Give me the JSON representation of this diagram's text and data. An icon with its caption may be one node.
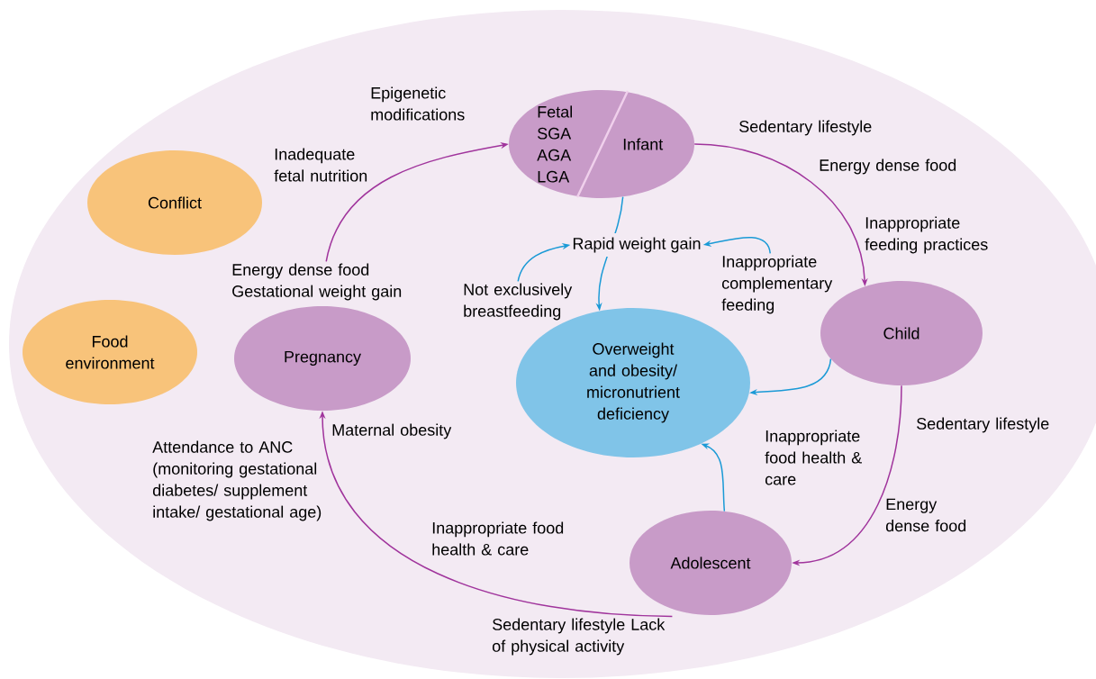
{
  "diagram": {
    "nodes": [
      {
        "text": [
          "Conflict"
        ]
      },
      {
        "text": [
          "Food environment"
        ]
      },
      {
        "text": [
          "Pregnancy"
        ]
      },
      {
        "text": [
          "Fetal SGA AGA LGA",
          "Infant"
        ]
      },
      {
        "text": [
          "Child"
        ]
      },
      {
        "text": [
          "Adolescent"
        ]
      },
      {
        "text": [
          "Overweight and obesity/ micronutrient deficiency"
        ]
      },
      {
        "text": [
          "Rapid weight gain"
        ]
      },
      {
        "text": [
          "Not exclusively breastfeeding"
        ]
      },
      {
        "text": [
          "Inappropriate complementary feeding"
        ]
      },
      {
        "text": [
          "Energy dense food Gestational weight gain"
        ]
      },
      {
        "text": [
          "Sedentary lifestyle Lack of physical activity"
        ]
      }
    ],
    "edges": [
      {
        "from": 10,
        "to": 3,
        "arrow": "to",
        "color": "#a0349c"
      },
      {
        "from": 3,
        "to": 4,
        "arrow": "to",
        "color": "#a0349c"
      },
      {
        "from": 4,
        "to": 5,
        "arrow": "to",
        "color": "#a0349c"
      },
      {
        "from": 11,
        "to": 2,
        "arrow": "to",
        "color": "#a0349c"
      },
      {
        "from": 3,
        "to": 6,
        "arrow": "to"
      },
      {
        "from": 8,
        "to": 7,
        "arrow": "to"
      },
      {
        "from": 9,
        "to": 7,
        "arrow": "to"
      },
      {
        "from": 4,
        "to": 6,
        "arrow": "to"
      },
      {
        "from": 5,
        "to": 6,
        "arrow": "to"
      }
    ],
    "labels": [
      "Epigenetic modifications",
      "Sedentary lifestyle",
      "Inadequate fetal nutrition",
      "Energy dense food",
      "Inappropriate feeding practices",
      "Sedentary lifestyle",
      "Maternal obesity",
      "Inappropriate food health & care",
      "Attendance to ANC (monitoring gestational diabetes/ supplement intake/ gestational age)",
      "Energy dense food",
      "Inappropriate food health & care"
    ]
  }
}
